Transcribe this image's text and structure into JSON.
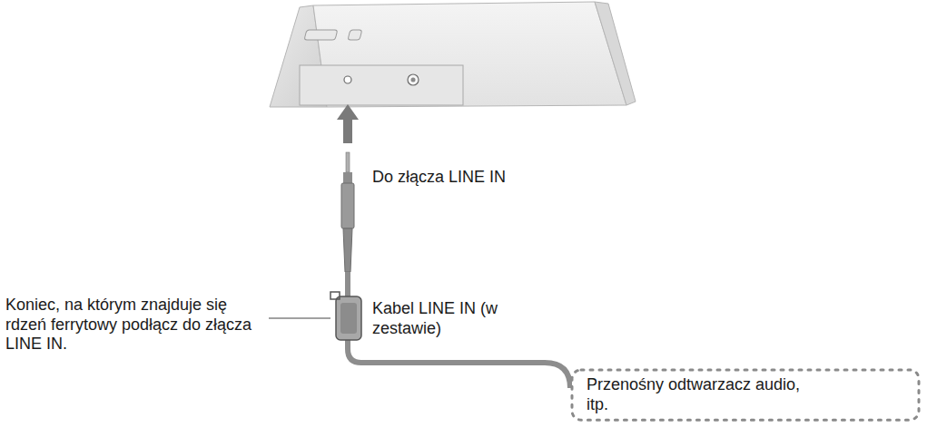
{
  "diagram": {
    "nodes": [
      {
        "text": [
          "Przenośny odtwarzacz audio, itp."
        ]
      }
    ],
    "labels": [
      "Do złącza LINE IN",
      "Koniec, na którym znajduje się rdzeń ferrytowy podłącz do złącza LINE IN.",
      "Kabel LINE IN (w zestawie)"
    ]
  }
}
